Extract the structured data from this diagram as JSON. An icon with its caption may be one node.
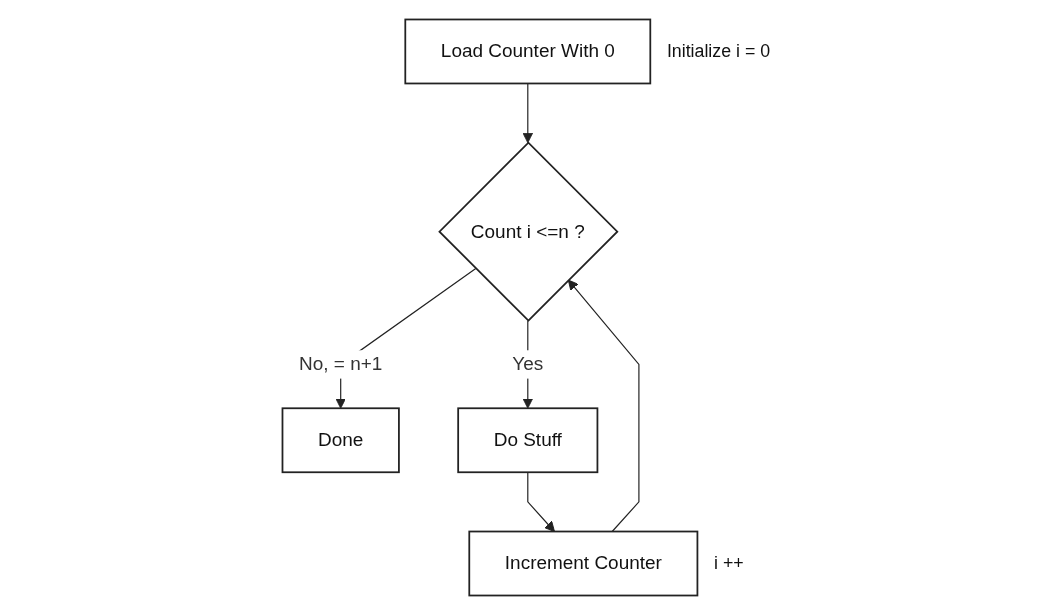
{
  "diagram": {
    "nodes": [
      {
        "text": [
          "Load Counter With 0"
        ],
        "beside": [
          "Initialize i = 0"
        ]
      },
      {
        "text": [
          "Count i <=n ?"
        ]
      },
      {
        "text": [
          "Done"
        ]
      },
      {
        "text": [
          "Do Stuff"
        ]
      },
      {
        "text": [
          "Increment Counter"
        ],
        "beside": [
          "i ++"
        ]
      }
    ],
    "edges": [
      {
        "from": 0,
        "to": 1,
        "arrow": "to"
      },
      {
        "from": 1,
        "to": 2,
        "arrow": "to",
        "label": "No, = n+1"
      },
      {
        "from": 1,
        "to": 3,
        "arrow": "to",
        "label": "Yes"
      },
      {
        "from": 3,
        "to": 4,
        "arrow": "to"
      },
      {
        "from": 4,
        "to": 1,
        "arrow": "to"
      }
    ]
  }
}
